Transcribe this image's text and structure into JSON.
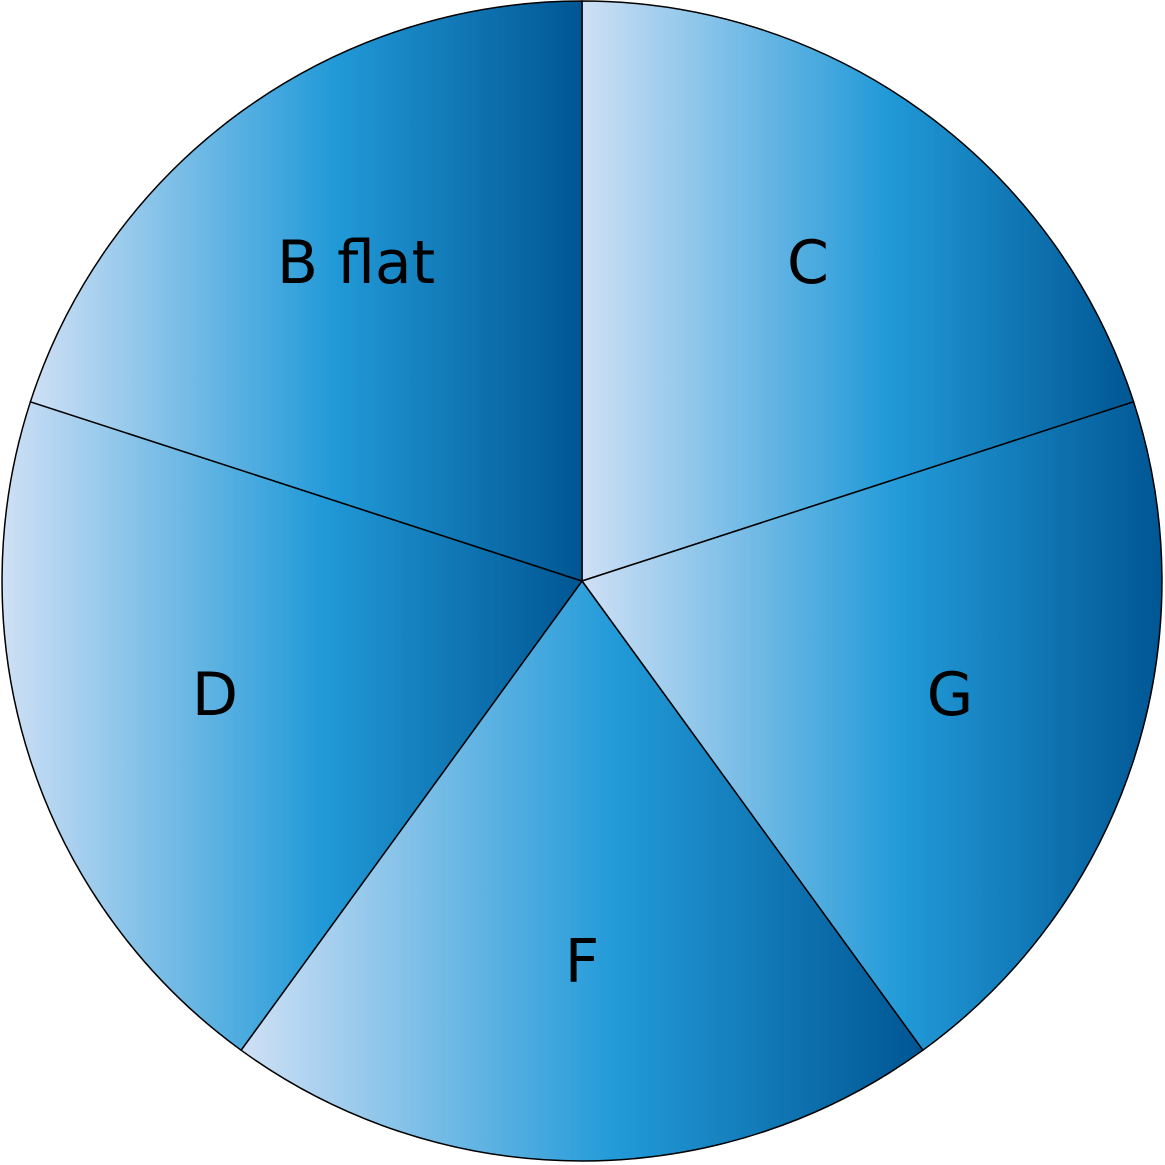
{
  "diagram": {
    "segments": [
      {
        "label": "C"
      },
      {
        "label": "G"
      },
      {
        "label": "F"
      },
      {
        "label": "D"
      },
      {
        "label": "B flat"
      }
    ],
    "colors": {
      "gradient_light": "#cfe0f5",
      "gradient_mid": "#229ad8",
      "gradient_dark": "#005693",
      "outline": "#000000"
    }
  }
}
